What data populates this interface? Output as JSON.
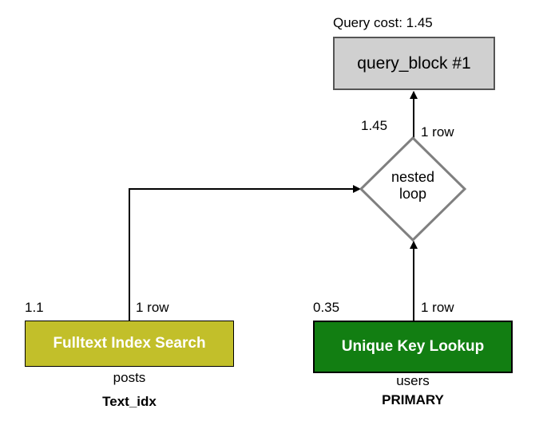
{
  "query_cost_label": "Query cost: 1.45",
  "query_block": {
    "label": "query_block #1"
  },
  "nested_loop": {
    "line1": "nested",
    "line2": "loop",
    "cost": "1.45",
    "rows": "1 row"
  },
  "fulltext": {
    "label": "Fulltext Index Search",
    "cost": "1.1",
    "rows": "1 row",
    "table": "posts",
    "key": "Text_idx",
    "color": "#c2bf2a"
  },
  "unique_lookup": {
    "label": "Unique Key Lookup",
    "cost": "0.35",
    "rows": "1 row",
    "table": "users",
    "key": "PRIMARY",
    "color": "#127e12"
  }
}
